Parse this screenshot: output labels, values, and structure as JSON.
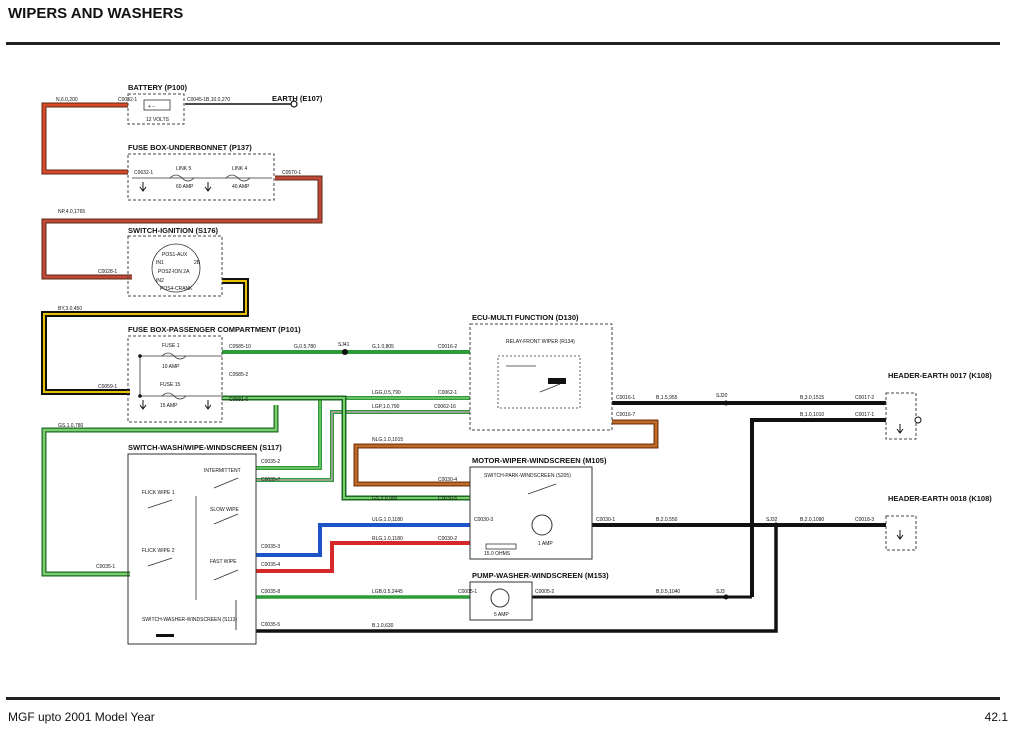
{
  "header": {
    "title": "WIPERS AND WASHERS"
  },
  "footer": {
    "left": "MGF upto 2001 Model Year",
    "right": "42.1"
  },
  "components": {
    "battery": {
      "title": "BATTERY (P100)",
      "rating": "12 VOLTS",
      "conn_left": "C0032-1",
      "conn_right": "C0045-1"
    },
    "earth_e107": "EARTH (E107)",
    "fusebox_ub": {
      "title": "FUSE BOX-UNDERBONNET (P137)",
      "conn_left": "C0632-1",
      "conn_right": "C0570-1",
      "link5": "LINK 5",
      "link5_amp": "60 AMP",
      "link4": "LINK 4",
      "link4_amp": "40 AMP"
    },
    "ignition": {
      "title": "SWITCH-IGNITION (S176)",
      "conn": "C0028-1",
      "pos1": "POS1-AUX",
      "pos2": "POS2-ION 2A",
      "pos4": "POS4-CRANK",
      "p_ign": "IN1",
      "p_in2": "IN2",
      "p_2b": "2B"
    },
    "fusebox_pc": {
      "title": "FUSE BOX-PASSENGER COMPARTMENT (P101)",
      "conn_left": "C0059-1",
      "conn_r1": "C0585-10",
      "conn_r2": "C0585-2",
      "conn_r3": "C0581-6",
      "fuse1": "FUSE 1",
      "fuse1_amp": "10 AMP",
      "fuse15": "FUSE 15",
      "fuse15_amp": "15 AMP"
    },
    "ecu": {
      "title": "ECU-MULTI FUNCTION (D130)",
      "relay": "RELAY-FRONT WIPER (R134)",
      "c1": "C0016-2",
      "c2": "C0062-1",
      "c3": "C0062-16",
      "c4": "C0016-1",
      "c5": "C0016-7"
    },
    "switch_wash": {
      "title": "SWITCH-WASH/WIPE-WINDSCREEN (S117)",
      "intermittent": "INTERMITTENT",
      "flick1": "FLICK WIPE 1",
      "slow": "SLOW WIPE",
      "flick2": "FLICK WIPE 2",
      "fast": "FAST WIPE",
      "washer": "SWITCH-WASHER-WINDSCREEN (S113)",
      "conn_left": "C0035-1",
      "c2": "C0035-2",
      "c7": "C0035-7",
      "c3": "C0035-3",
      "c4": "C0035-4",
      "c8": "C0035-8",
      "c5": "C0035-5"
    },
    "motor": {
      "title": "MOTOR-WIPER-WINDSCREEN (M105)",
      "park": "SWITCH-PARK-WINDSCREEN (S205)",
      "c4": "C0030-4",
      "c5": "C0030-5",
      "c3": "C0030-3",
      "c2": "C0030-2",
      "c1": "C0030-1",
      "ohms": "15.0 OHMS",
      "amp": "1 AMP"
    },
    "pump": {
      "title": "PUMP-WASHER-WINDSCREEN (M153)",
      "c1": "C0005-1",
      "c2": "C0005-2",
      "amp": "5 AMP"
    },
    "header_0017": {
      "title": "HEADER-EARTH 0017 (K108)",
      "c2": "C0017-2",
      "c1": "C0017-1"
    },
    "header_0018": {
      "title": "HEADER-EARTH 0018 (K108)",
      "c3": "C0018-3"
    }
  },
  "wires": {
    "w_n": "N,6.0,200",
    "w_bat_earth": "B,10.0,270",
    "w_np": "NP,4.0,1765",
    "w_by": "BY,3.0,450",
    "w_gs": "GS,1.0,780",
    "w_g": "G,0.5,780",
    "w_sj41": "SJ41",
    "w_g2": "G,1.0,805",
    "w_lgg": "LGG,0.5,790",
    "w_lgp": "LGP,1.0,790",
    "w_nlg": "NLG,1.0,1015",
    "w_gs2": "GS,2.0,990",
    "w_ulg": "ULG,1.0,1180",
    "w_rlg": "RLG,1.0,1180",
    "w_lgb": "LGB,0.5,2445",
    "w_b_sw": "B,1.0,630",
    "w_b1": "B,1.5,955",
    "w_sj20": "SJ20",
    "w_b2": "B,3.0,1515",
    "w_b3": "B,1.0,1010",
    "w_b4": "B,2.0,550",
    "w_sj32": "SJ32",
    "w_b5": "B,2.0,1090",
    "w_b6": "B,0.5,1040",
    "w_sj3": "SJ3"
  },
  "colors": {
    "brown": "#8b3a1a",
    "red": "#d62828",
    "black": "#111111",
    "yellow": "#e8c200",
    "green": "#2e9b3a",
    "lightgreen": "#49b048",
    "blue": "#1d55c8",
    "orange": "#b5601a",
    "redbrown": "#b8442a"
  }
}
